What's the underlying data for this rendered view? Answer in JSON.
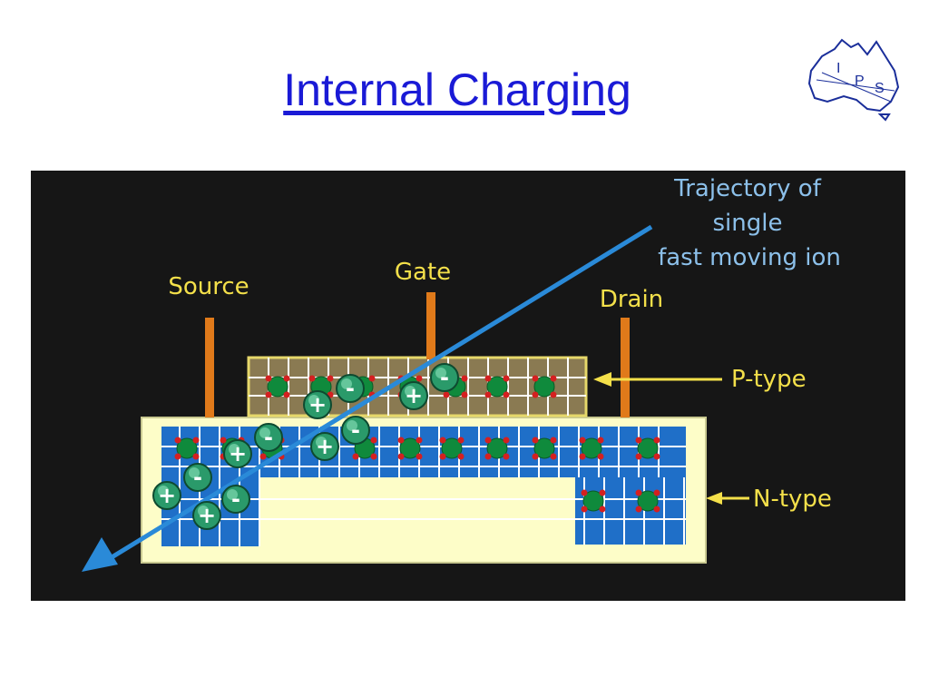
{
  "title": "Internal Charging",
  "logo": {
    "letters": [
      "I",
      "P",
      "S"
    ]
  },
  "labels": {
    "trajectory": [
      "Trajectory of",
      "single",
      "fast moving ion"
    ],
    "source": "Source",
    "gate": "Gate",
    "drain": "Drain",
    "p_type": "P-type",
    "n_type": "N-type"
  },
  "colors": {
    "background": "#161616",
    "label_yellow": "#f4e04a",
    "trajectory_blue": "#8cc0ea",
    "n_region": "#1f6fc8",
    "p_region": "#8a7a52",
    "substrate": "#fdfdc8",
    "electrode": "#e07a1a",
    "atom": "#0f8a3c",
    "dopant": "#d42020"
  },
  "charges": {
    "plus_symbol": "+",
    "minus_symbol": "-"
  }
}
